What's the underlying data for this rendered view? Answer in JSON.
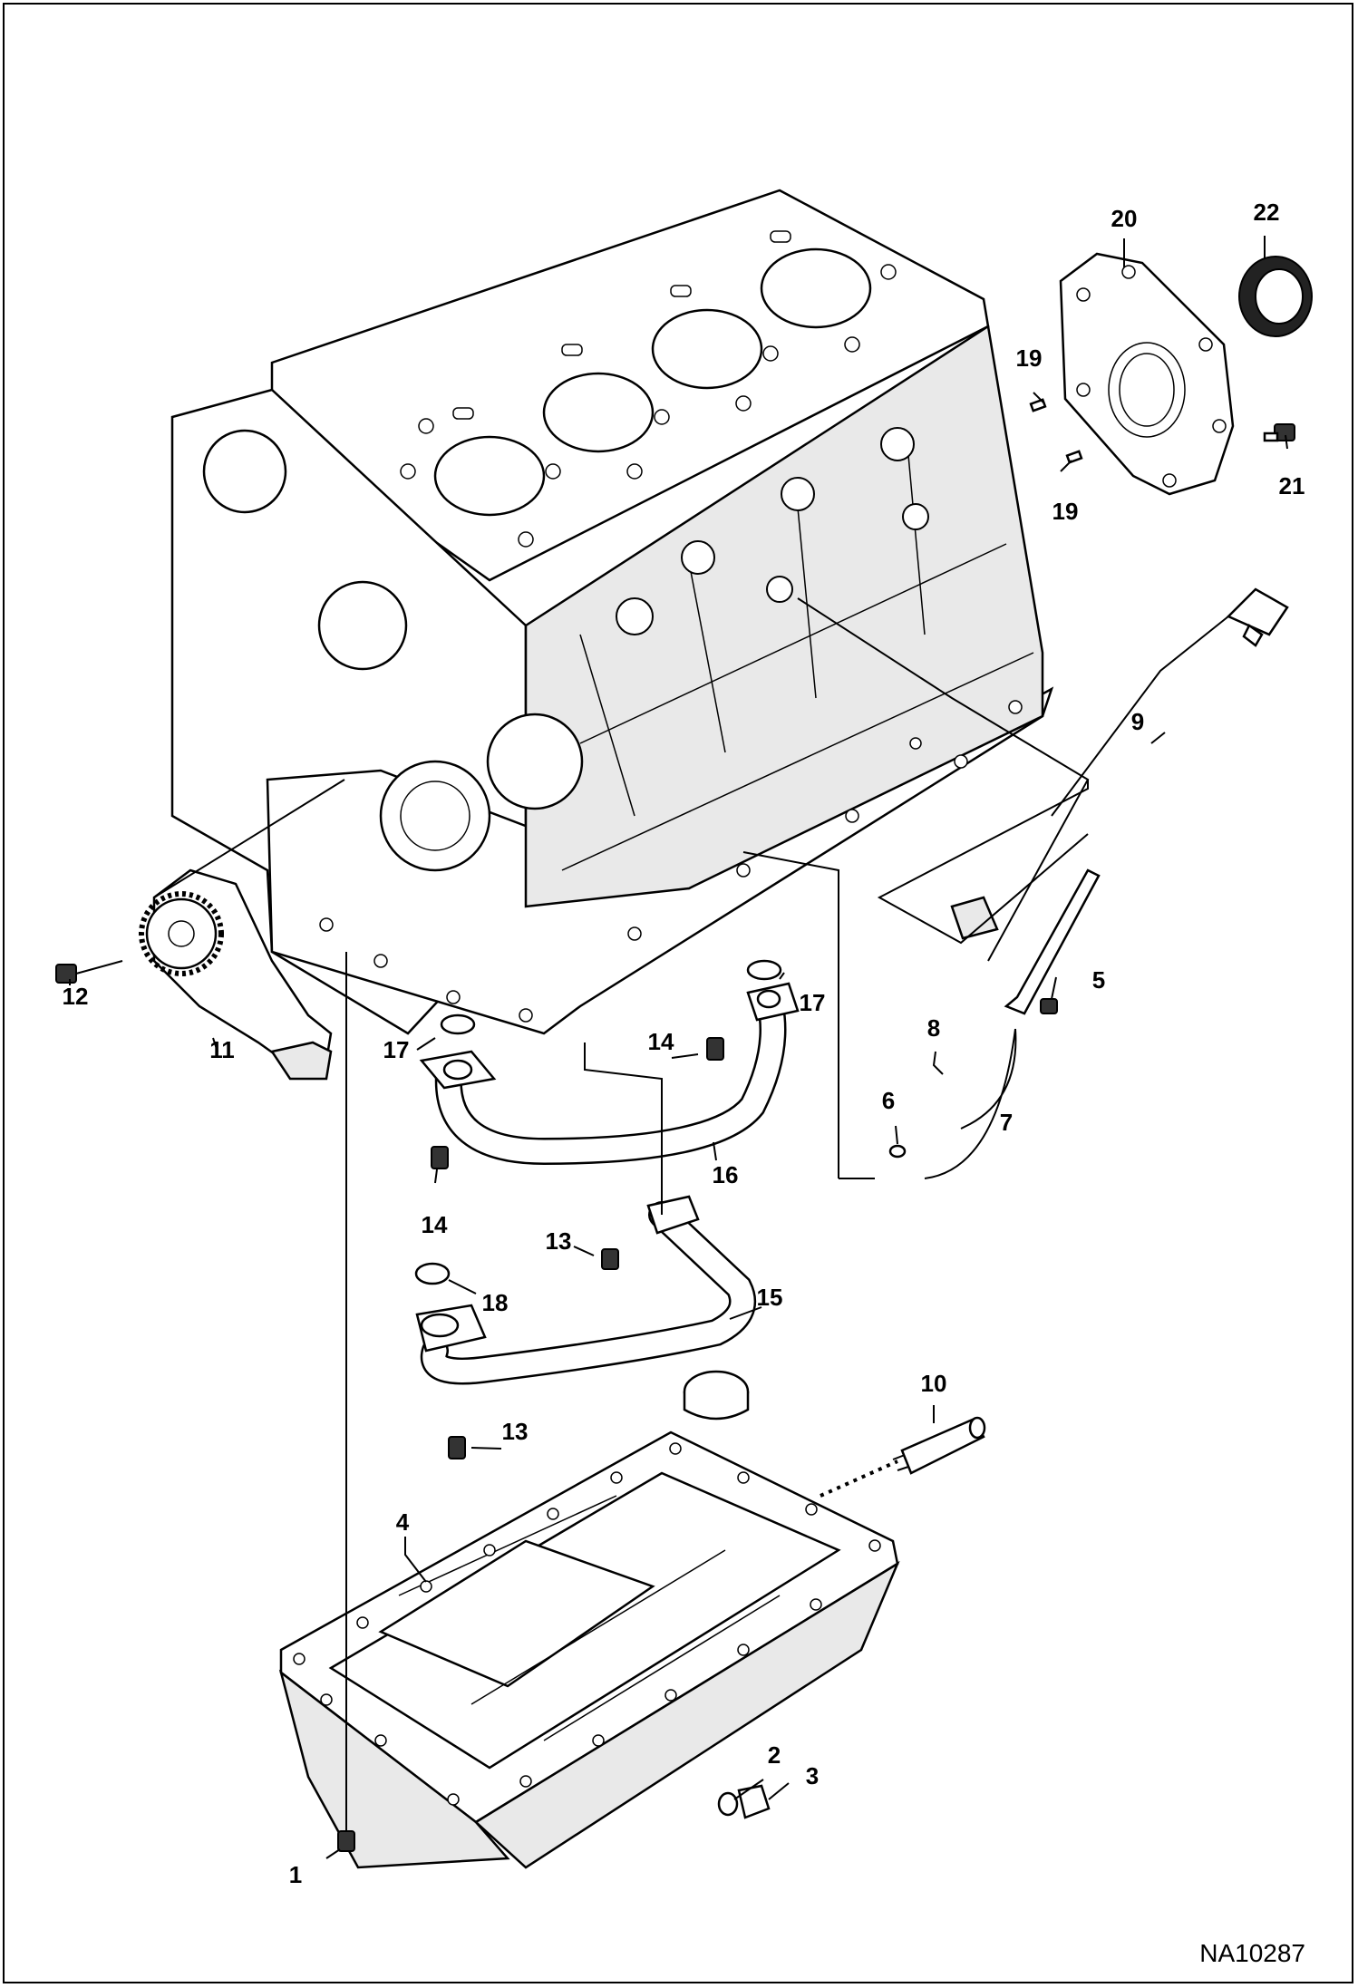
{
  "figure_id": "NA10287",
  "callouts": {
    "c1": "1",
    "c2": "2",
    "c3": "3",
    "c4": "4",
    "c5": "5",
    "c6": "6",
    "c7": "7",
    "c8": "8",
    "c9": "9",
    "c10": "10",
    "c11": "11",
    "c12": "12",
    "c13a": "13",
    "c13b": "13",
    "c14a": "14",
    "c14b": "14",
    "c15": "15",
    "c16": "16",
    "c17a": "17",
    "c17b": "17",
    "c18": "18",
    "c19a": "19",
    "c19b": "19",
    "c20": "20",
    "c21": "21",
    "c22": "22"
  }
}
